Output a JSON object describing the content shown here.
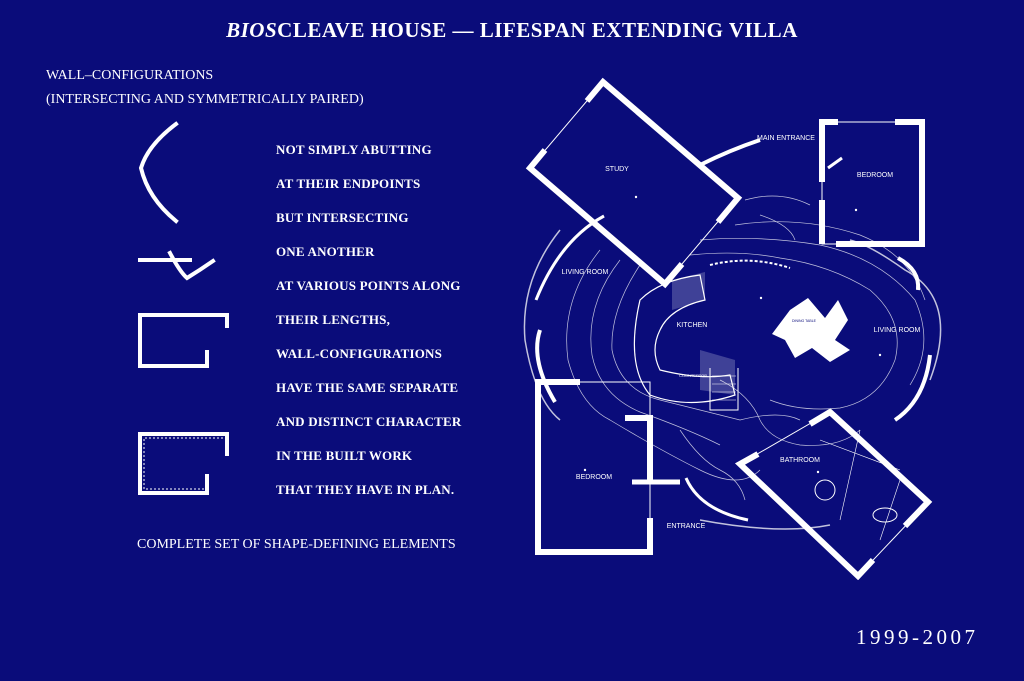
{
  "title": {
    "italic_part": "BIOS",
    "rest": "CLEAVE HOUSE — LIFESPAN EXTENDING VILLA"
  },
  "wall_configurations": {
    "heading": "WALL–CONFIGURATIONS",
    "subheading": "(INTERSECTING AND SYMMETRICALLY PAIRED)"
  },
  "description_lines": [
    "NOT SIMPLY ABUTTING",
    "AT THEIR ENDPOINTS",
    "BUT INTERSECTING",
    "ONE ANOTHER",
    "AT VARIOUS POINTS ALONG",
    "THEIR LENGTHS,",
    "WALL-CONFIGURATIONS",
    "HAVE THE SAME SEPARATE",
    "AND DISTINCT CHARACTER",
    "IN THE BUILT WORK",
    "THAT THEY HAVE IN PLAN."
  ],
  "caption": "COMPLETE SET OF SHAPE-DEFINING ELEMENTS",
  "years": "1999-2007",
  "plan": {
    "study": "STUDY",
    "main_entrance": "MAIN ENTRANCE",
    "bedroom_top": "BEDROOM",
    "living_room_left": "LIVING ROOM",
    "kitchen": "KITCHEN",
    "dining_table": "DINING TABLE",
    "living_room_right": "LIVING ROOM",
    "countertop": "COUNTERTOP",
    "bedroom_bottom": "BEDROOM",
    "bathroom": "BATHROOM",
    "entrance": "ENTRANCE"
  },
  "colors": {
    "background": "#0a0c7a",
    "lines": "#ffffff"
  }
}
